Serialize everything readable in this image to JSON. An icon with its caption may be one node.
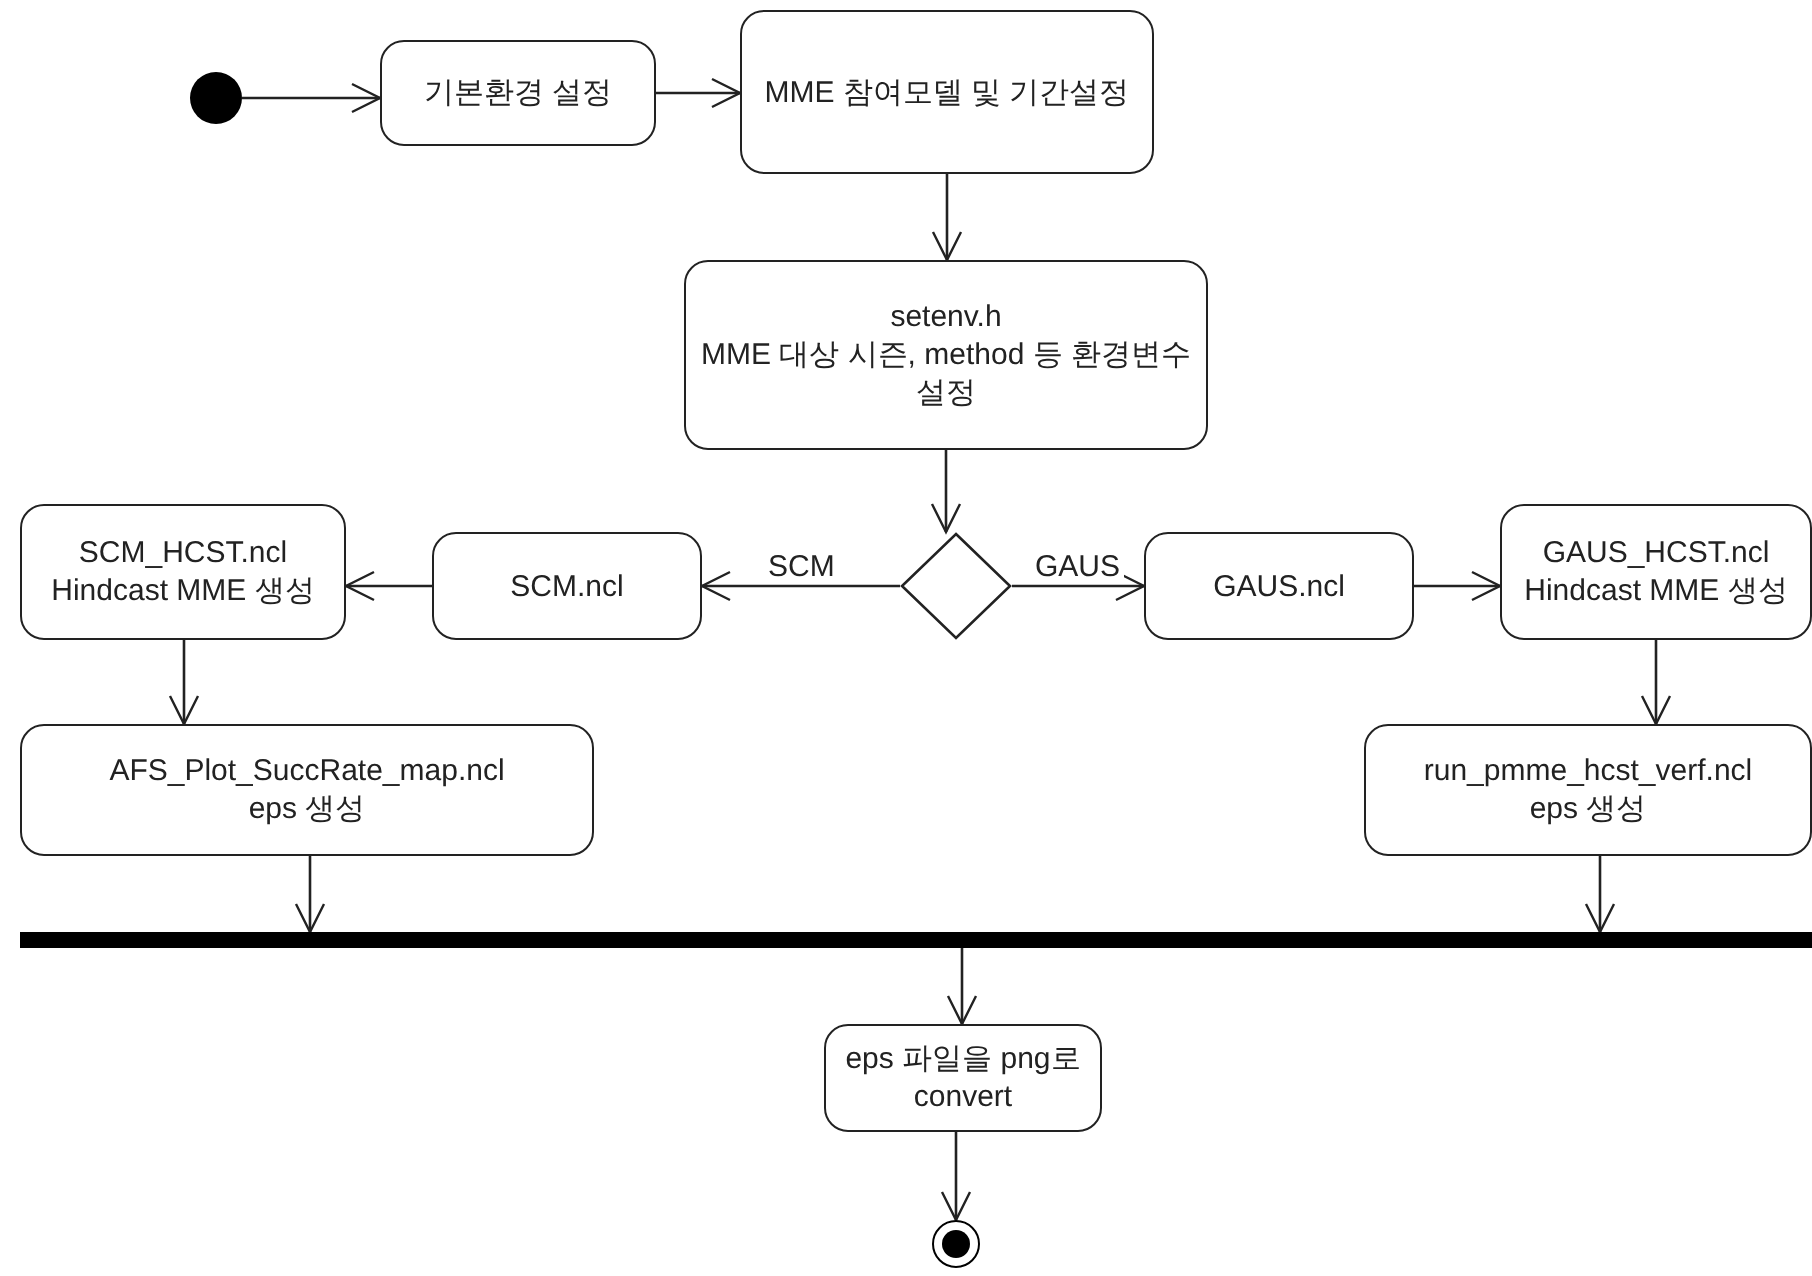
{
  "diagram": {
    "nodes": [
      {
        "text": [],
        "shape": "circle"
      },
      {
        "text": [
          "기본환경 설정"
        ]
      },
      {
        "text": [
          "MME 참여모델 및 기간설정"
        ]
      },
      {
        "text": [
          "setenv.h",
          "MME 대상 시즌, method 등 환경변수 설정"
        ]
      },
      {
        "text": [],
        "shape": "diamond"
      },
      {
        "text": [
          "SCM.ncl"
        ]
      },
      {
        "text": [
          "SCM_HCST.ncl",
          "Hindcast MME 생성"
        ]
      },
      {
        "text": [
          "AFS_Plot_SuccRate_map.ncl",
          "eps 생성"
        ]
      },
      {
        "text": [
          "GAUS.ncl"
        ]
      },
      {
        "text": [
          "GAUS_HCST.ncl",
          "Hindcast MME 생성"
        ]
      },
      {
        "text": [
          "run_pmme_hcst_verf.ncl",
          "eps 생성"
        ]
      },
      {
        "text": [],
        "shape": "bar"
      },
      {
        "text": [
          "eps 파일을 png로 convert"
        ]
      },
      {
        "text": [],
        "shape": "circle"
      }
    ],
    "edges": [
      {
        "from": 0,
        "to": 1,
        "arrow": "to"
      },
      {
        "from": 1,
        "to": 2,
        "arrow": "to"
      },
      {
        "from": 2,
        "to": 3,
        "arrow": "to"
      },
      {
        "from": 3,
        "to": 4,
        "arrow": "to"
      },
      {
        "from": 4,
        "to": 5,
        "arrow": "to",
        "label": "SCM"
      },
      {
        "from": 5,
        "to": 6,
        "arrow": "to"
      },
      {
        "from": 6,
        "to": 7,
        "arrow": "to"
      },
      {
        "from": 7,
        "to": 11,
        "arrow": "to"
      },
      {
        "from": 4,
        "to": 8,
        "arrow": "to",
        "label": "GAUS"
      },
      {
        "from": 8,
        "to": 9,
        "arrow": "to"
      },
      {
        "from": 9,
        "to": 10,
        "arrow": "to"
      },
      {
        "from": 10,
        "to": 11,
        "arrow": "to"
      },
      {
        "from": 11,
        "to": 12,
        "arrow": "to"
      },
      {
        "from": 12,
        "to": 13,
        "arrow": "to"
      }
    ]
  }
}
